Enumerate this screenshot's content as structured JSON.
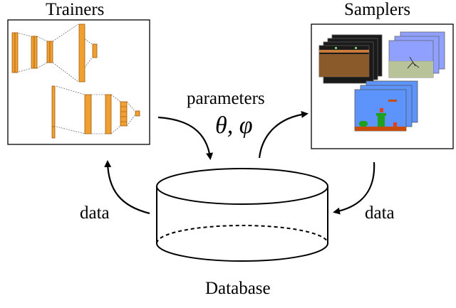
{
  "labels": {
    "trainers": "Trainers",
    "samplers": "Samplers",
    "parameters": "parameters",
    "theta_phi": "θ, φ",
    "data_left": "data",
    "data_right": "data",
    "database": "Database"
  },
  "colors": {
    "layer_fill": "#f0a030",
    "layer_stroke": "#a05a10",
    "atari_sky": "#1a1a1a",
    "atari_ground": "#8a5a2a",
    "mario_sky": "#5c94fc",
    "mujoco_sky": "#8fa0ff",
    "mujoco_floor": "#b9c39a"
  },
  "icons": {
    "trainer_networks": "neural-network-layers-icon",
    "atari_frames": "atari-game-screens-icon",
    "mujoco_frames": "mujoco-simulation-screens-icon",
    "mario_frames": "mario-game-screens-icon",
    "database": "cylinder-database-icon"
  }
}
